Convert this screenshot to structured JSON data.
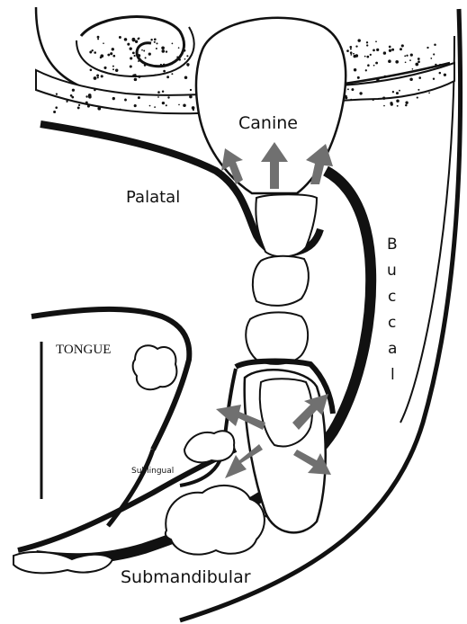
{
  "labels": {
    "canine": "Canine",
    "palatal": "Palatal",
    "buccal": [
      "B",
      "u",
      "c",
      "c",
      "a",
      "l"
    ],
    "tongue": "TONGUE",
    "sublingual": "Sublingual",
    "submandibular": "Submandibular"
  },
  "colors": {
    "arrow": "#707070",
    "ink": "#111111",
    "paper": "#ffffff"
  }
}
